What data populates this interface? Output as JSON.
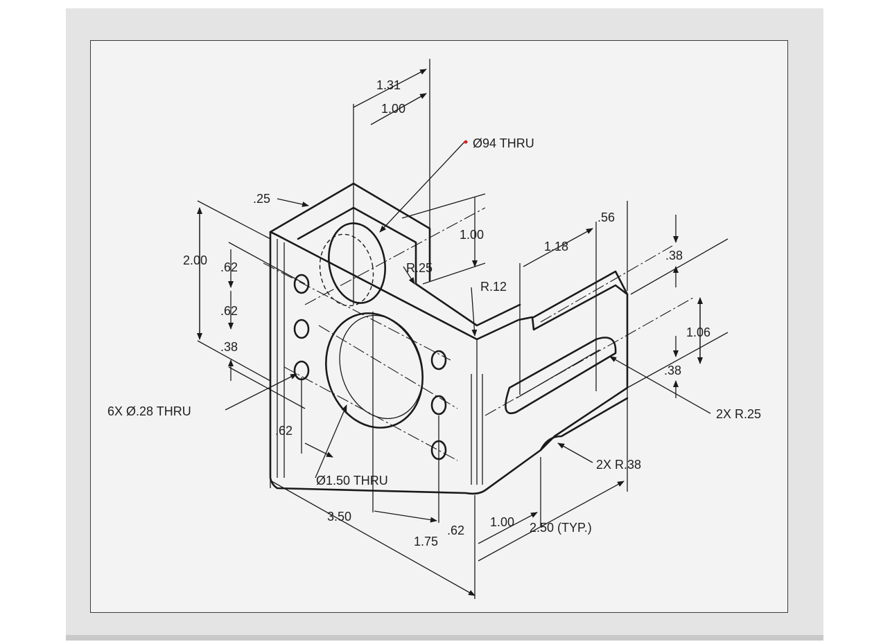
{
  "drawing": {
    "callouts": {
      "hole_small_thru": "Ø94 THRU",
      "six_holes": "6X  Ø.28 THRU",
      "big_hole": "Ø1.50 THRU",
      "slot_radius": "2X R.25",
      "notch_radius": "2X R.38",
      "fillet_r25": "R.25",
      "fillet_r12": "R.12",
      "typ_spacing": "2.50 (TYP.)"
    },
    "dimensions": {
      "d_1_31": "1.31",
      "d_1_00_top": "1.00",
      "d_25": ".25",
      "d_1_00_mid": "1.00",
      "d_2_00": "2.00",
      "d_62_a": ".62",
      "d_62_b": ".62",
      "d_38_left": ".38",
      "d_56": ".56",
      "d_1_18": "1.18",
      "d_38_right_top": ".38",
      "d_1_06": "1.06",
      "d_38_right_bot": ".38",
      "d_62_bottom": ".62",
      "d_3_50": "3.50",
      "d_1_75": "1.75",
      "d_62_lower": ".62",
      "d_1_00_bottom": "1.00"
    },
    "colors": {
      "line": "#1a1a1a",
      "paper": "#f3f3f3",
      "marker": "#d42020"
    }
  }
}
